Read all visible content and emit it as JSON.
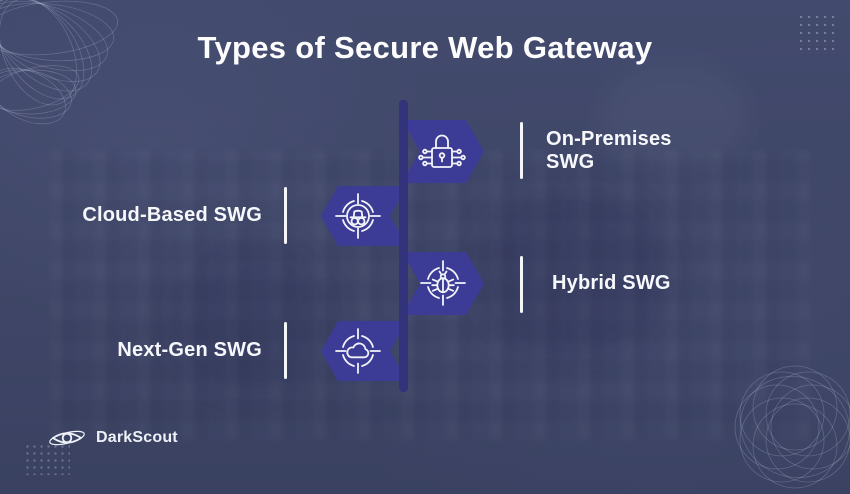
{
  "title": "Types of Secure Web Gateway",
  "items": [
    {
      "label": "On-Premises SWG",
      "side": "right",
      "icon": "padlock-circuit-icon"
    },
    {
      "label": "Cloud-Based SWG",
      "side": "left",
      "icon": "spy-target-icon"
    },
    {
      "label": "Hybrid SWG",
      "side": "right",
      "icon": "bug-target-icon"
    },
    {
      "label": "Next-Gen SWG",
      "side": "left",
      "icon": "cloud-target-icon"
    }
  ],
  "brand": {
    "name": "DarkScout"
  },
  "colors": {
    "background": "#3f4667",
    "arrow": "#3c3c96",
    "timeline": "#33337c",
    "text": "#ffffff"
  }
}
